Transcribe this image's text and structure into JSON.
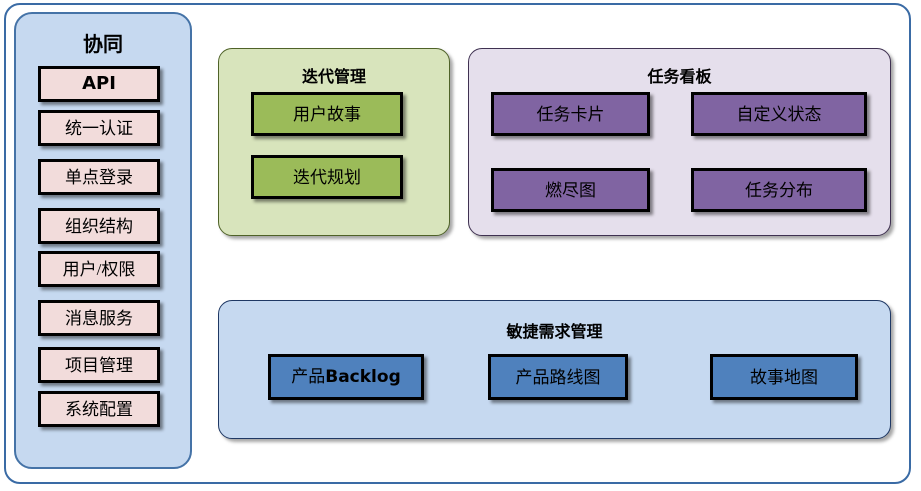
{
  "diagram": {
    "title_visible": false,
    "colors": {
      "frame_border": "#3a6ba5",
      "collab_panel_bg": "#c6d9f0",
      "collab_panel_border": "#4573a7",
      "collab_item_bg": "#f2dcdb",
      "iteration_panel_bg": "#d8e4bc",
      "iteration_item_bg": "#9bbb59",
      "taskboard_panel_bg": "#e5dfec",
      "taskboard_item_bg": "#8064a2",
      "agile_panel_bg": "#c6d9f0",
      "agile_item_bg": "#4f81bd",
      "box_border": "#000000"
    }
  },
  "collab": {
    "title": "协同",
    "items": [
      {
        "label": "API",
        "style": "bold"
      },
      {
        "label": "统一认证",
        "style": "normal"
      },
      {
        "label": "单点登录",
        "style": "normal"
      },
      {
        "label": "组织结构",
        "style": "normal"
      },
      {
        "label": "用户/权限",
        "style": "normal"
      },
      {
        "label": "消息服务",
        "style": "normal"
      },
      {
        "label": "项目管理",
        "style": "normal"
      },
      {
        "label": "系统配置",
        "style": "normal"
      }
    ]
  },
  "iteration": {
    "title": "迭代管理",
    "items": [
      {
        "label": "用户故事"
      },
      {
        "label": "迭代规划"
      }
    ]
  },
  "taskboard": {
    "title": "任务看板",
    "items": [
      {
        "label": "任务卡片"
      },
      {
        "label": "自定义状态"
      },
      {
        "label": "燃尽图"
      },
      {
        "label": "任务分布"
      }
    ]
  },
  "agile": {
    "title": "敏捷需求管理",
    "items": [
      {
        "label_prefix": "产品",
        "label_bold": "Backlog",
        "label": "产品Backlog"
      },
      {
        "label": "产品路线图"
      },
      {
        "label": "故事地图"
      }
    ]
  }
}
